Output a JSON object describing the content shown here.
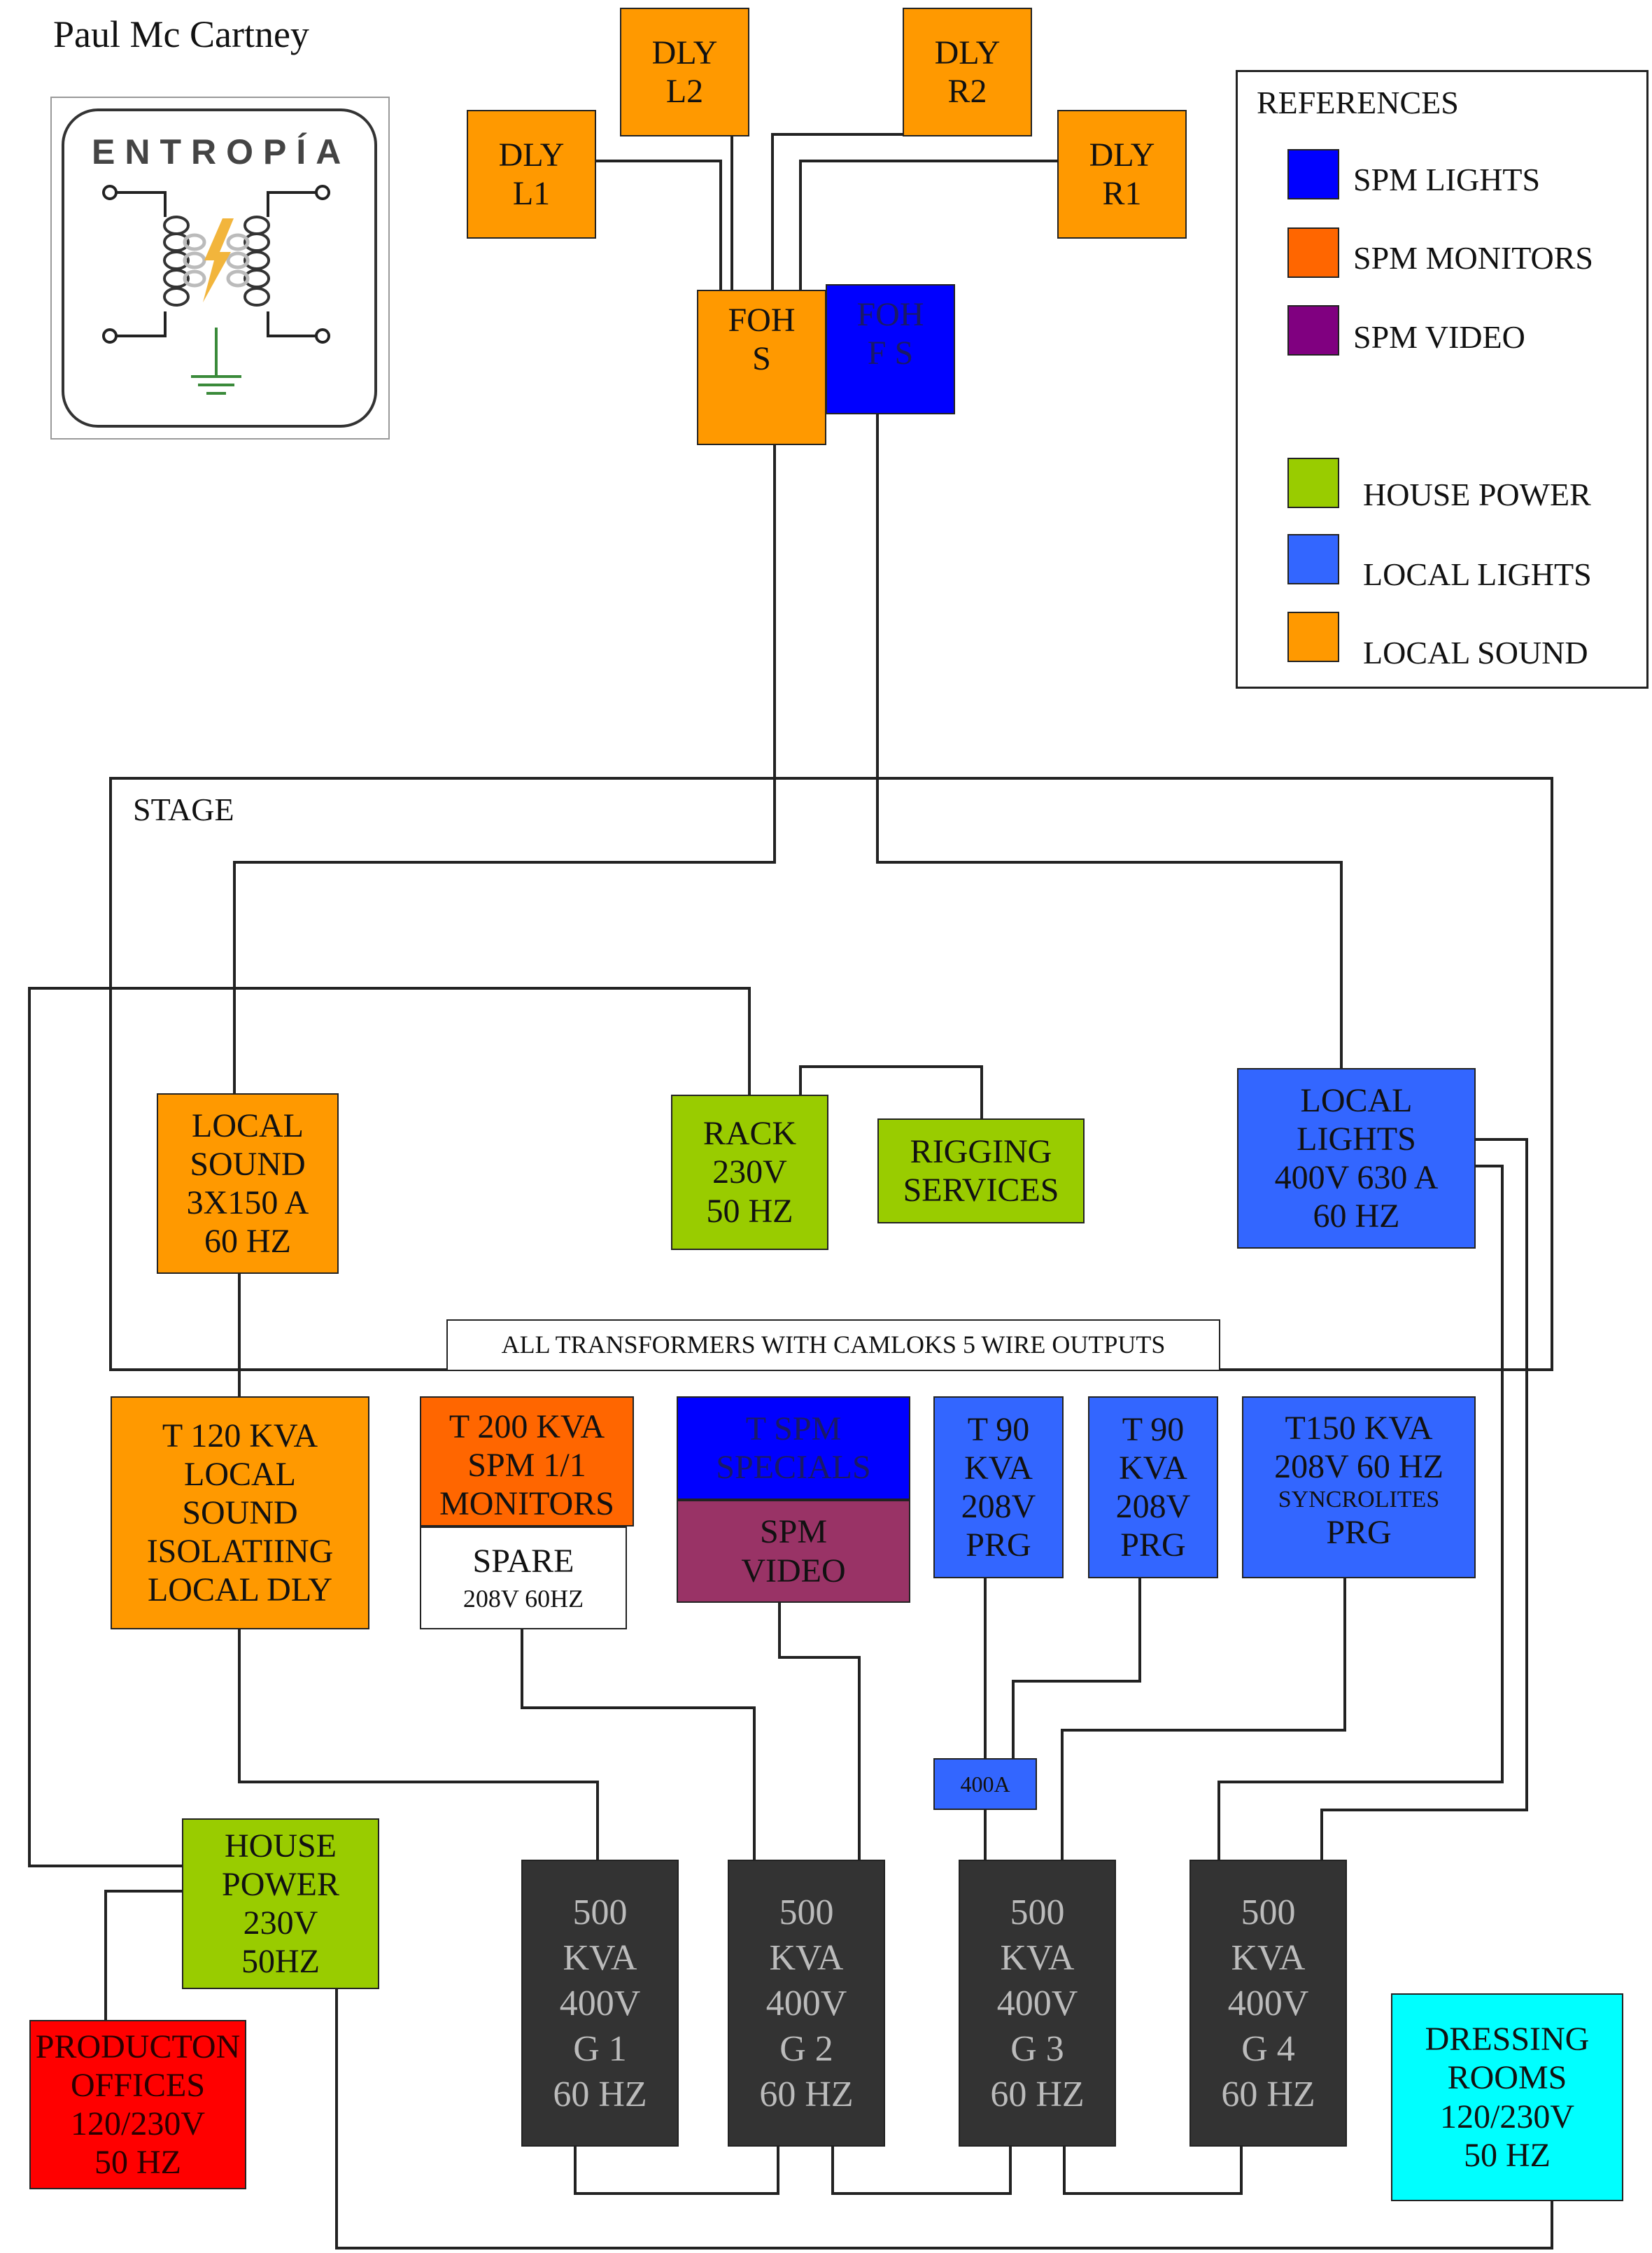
{
  "header": {
    "author": "Paul Mc Cartney"
  },
  "logo": {
    "wordmark": "ENTROPÍA"
  },
  "references": {
    "title": "REFERENCES",
    "items": [
      {
        "label": "SPM LIGHTS",
        "color": "#0000ff"
      },
      {
        "label": "SPM MONITORS",
        "color": "#ff6600"
      },
      {
        "label": "SPM VIDEO",
        "color": "#800080"
      },
      {
        "label": "HOUSE POWER",
        "color": "#99cc00"
      },
      {
        "label": "LOCAL LIGHTS",
        "color": "#3366ff"
      },
      {
        "label": "LOCAL SOUND",
        "color": "#ff9900"
      }
    ]
  },
  "stage": {
    "label": "STAGE",
    "note": "ALL TRANSFORMERS WITH CAMLOKS 5 WIRE  OUTPUTS"
  },
  "nodes": {
    "dly_l1": "DLY\nL1",
    "dly_l2": "DLY\nL2",
    "dly_r2": "DLY\nR2",
    "dly_r1": "DLY\nR1",
    "foh_s": "FOH\nS",
    "foh_fs": "FOH\nF S",
    "local_sound": "LOCAL\nSOUND\n3X150 A\n60 HZ",
    "rack": "RACK\n230V\n50 HZ",
    "rigging": "RIGGING\nSERVICES",
    "local_lights": "LOCAL\nLIGHTS\n400V 630 A\n60 HZ",
    "t120": "T 120 KVA\nLOCAL\nSOUND\nISOLATIING\nLOCAL  DLY",
    "t200": "T 200 KVA\nSPM  1/1\nMONITORS",
    "spare_title": "SPARE",
    "spare_sub": "208V 60HZ",
    "t_spm": "T  SPM\nSPECIALS",
    "spm_video": "SPM\nVIDEO",
    "t90a": "T 90\nKVA\n208V\nPRG",
    "t90b": "T 90\nKVA\n208V\nPRG",
    "t150_main": "T150 KVA\n208V  60 HZ",
    "t150_small": "SYNCROLITES",
    "t150_prg": "PRG",
    "breaker": "400A",
    "house_power": "HOUSE\nPOWER\n230V\n50HZ",
    "production": "PRODUCTON\nOFFICES\n120/230V\n50 HZ",
    "g1": "500\nKVA\n400V\nG 1\n60 HZ",
    "g2": "500\nKVA\n400V\nG 2\n60 HZ",
    "g3": "500\nKVA\n400V\nG 3\n60 HZ",
    "g4": "500\nKVA\n400V\nG 4\n60 HZ",
    "dressing": "DRESSING\nROOMS\n120/230V\n50 HZ"
  }
}
